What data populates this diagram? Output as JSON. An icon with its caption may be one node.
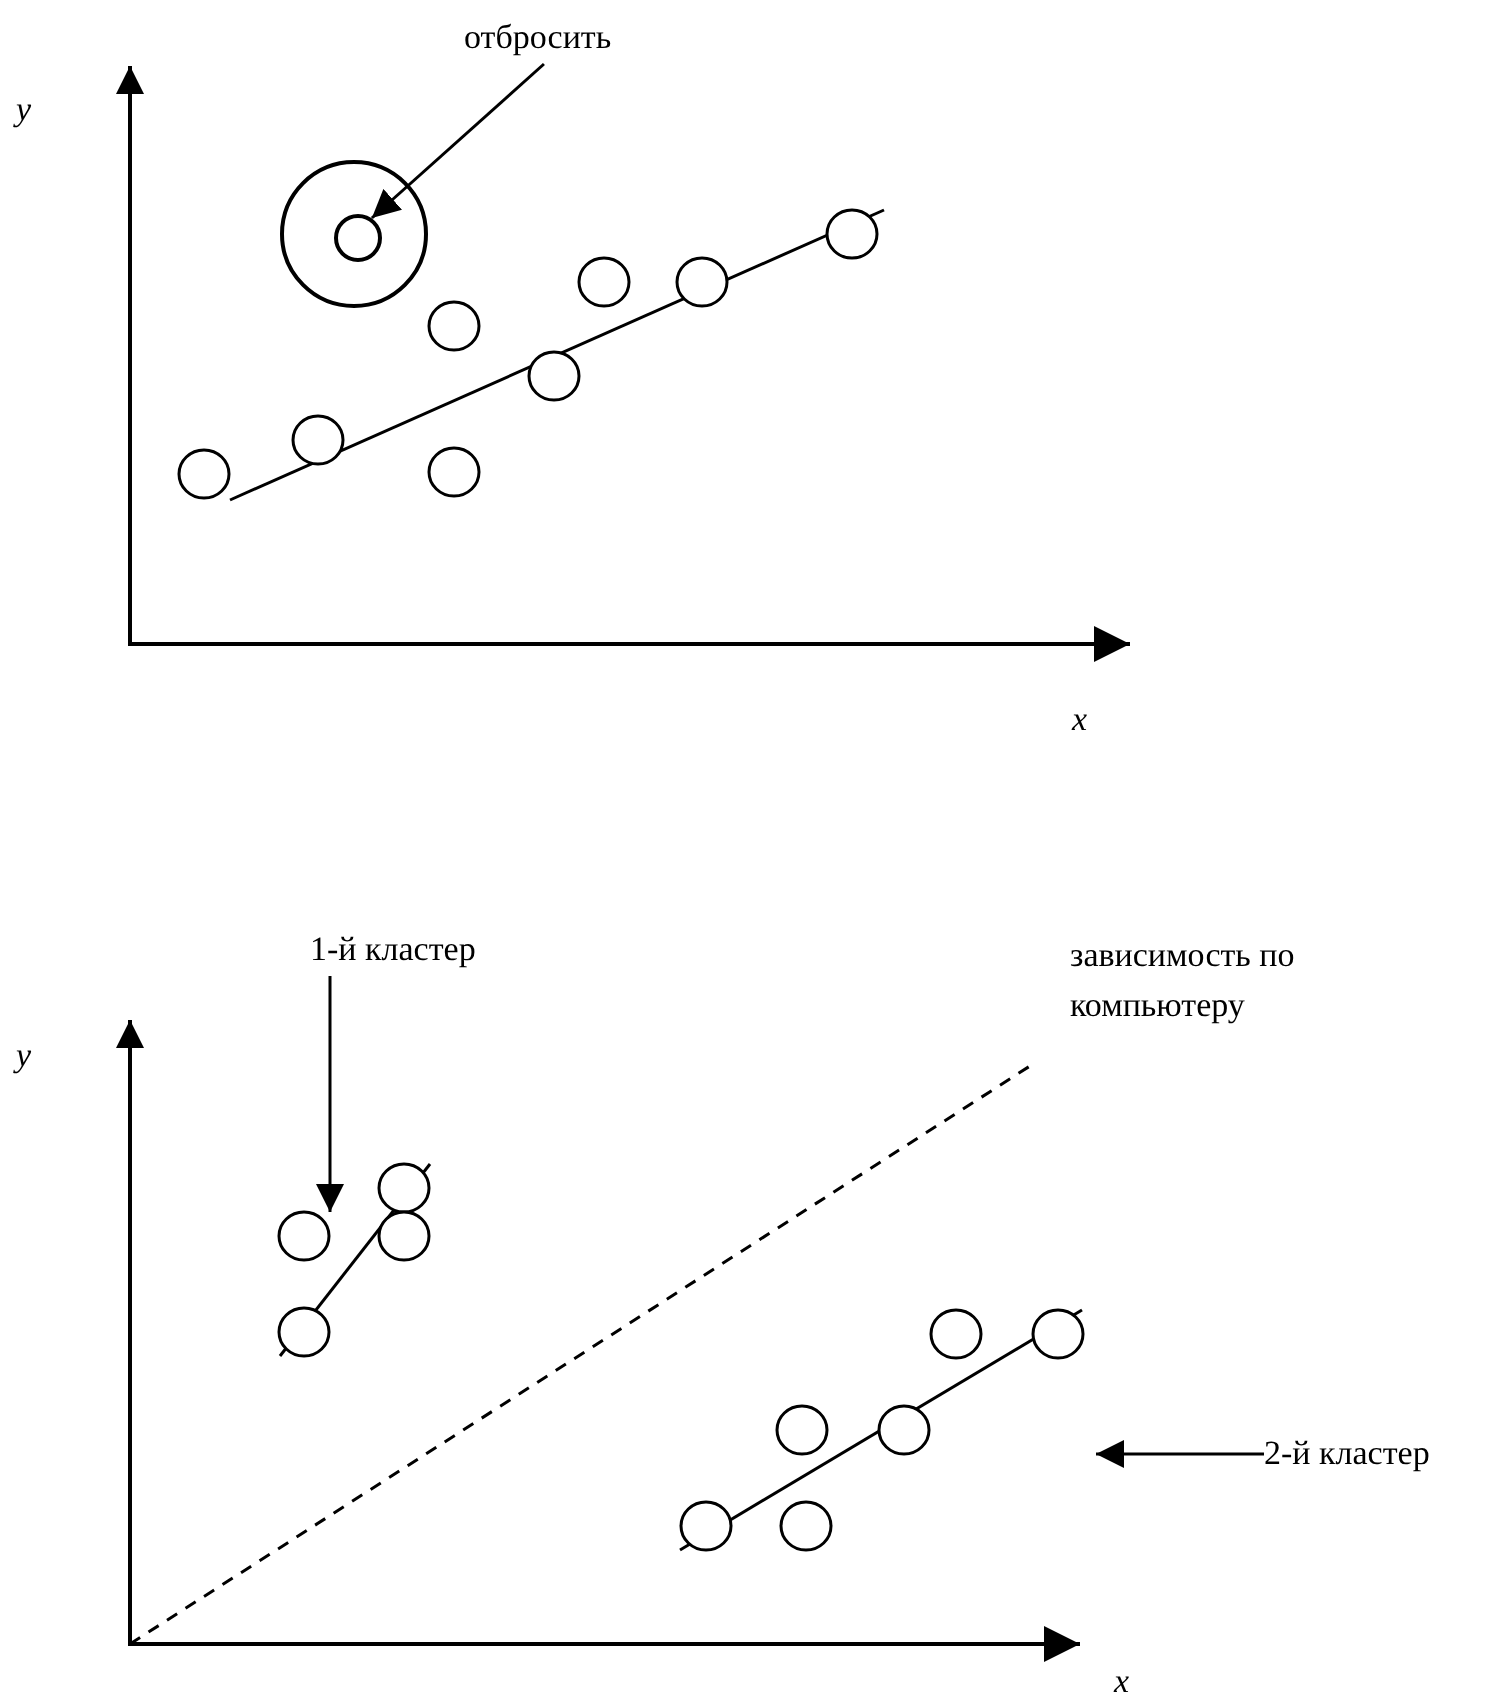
{
  "diagram": {
    "nodes": [
      {
        "text": [
          "отбросить"
        ]
      },
      {
        "text": [],
        "shape": "circle"
      },
      {
        "text": [],
        "shape": "circle",
        "in": 1
      },
      {
        "text": [
          "1-й кластер"
        ]
      },
      {
        "text": [
          "2-й кластер"
        ]
      }
    ],
    "edges": [
      {
        "from": 0,
        "to": 2,
        "arrow": "to"
      },
      {
        "from": 3,
        "to": null,
        "arrow": "to"
      },
      {
        "from": 4,
        "to": null,
        "arrow": "to"
      }
    ],
    "labels": [
      "y",
      "x",
      "y",
      "x",
      "зависимость по компьютеру"
    ]
  }
}
